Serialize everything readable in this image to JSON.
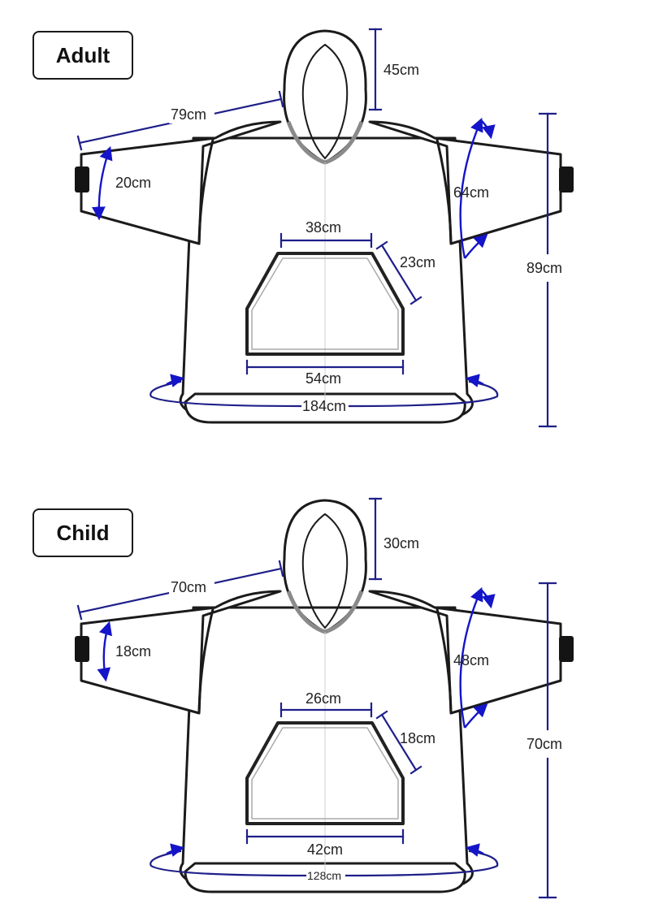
{
  "adult": {
    "label": "Adult",
    "hood": "45cm",
    "sleeve": "79cm",
    "cuff": "20cm",
    "armhole": "64cm",
    "length": "89cm",
    "pocket_top": "38cm",
    "pocket_side": "23cm",
    "pocket_bottom": "54cm",
    "hem": "184cm"
  },
  "child": {
    "label": "Child",
    "hood": "30cm",
    "sleeve": "70cm",
    "cuff": "18cm",
    "armhole": "48cm",
    "length": "70cm",
    "pocket_top": "26cm",
    "pocket_side": "18cm",
    "pocket_bottom": "42cm",
    "hem": "128cm"
  },
  "colors": {
    "dimension_line": "#1f1f8a",
    "measure_arrow": "#1414c8",
    "garment_outline": "#1b1b1b"
  }
}
